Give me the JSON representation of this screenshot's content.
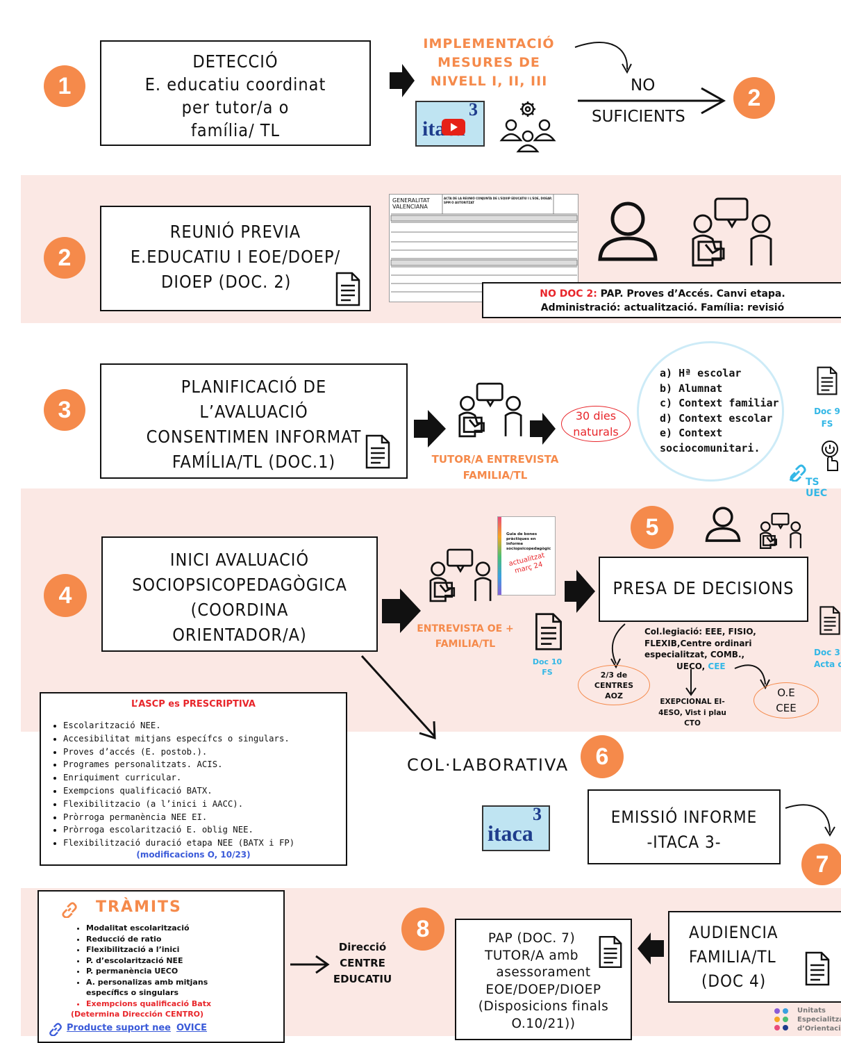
{
  "step1": {
    "num": "1",
    "title": "DETECCIÓ",
    "line2": "E. educatiu coordinat",
    "line3": "per tutor/a o",
    "line4": "família/ TL",
    "impl1": "IMPLEMENTACIÓ",
    "impl2": "MESURES DE",
    "impl3": "NIVELL I, II, III",
    "no": "NO",
    "suf": "SUFICIENTS",
    "to": "2",
    "itaca_num": "3",
    "itaca_text": "itaca"
  },
  "step2": {
    "num": "2",
    "l1": "REUNIÓ PREVIA",
    "l2": "E.EDUCATIU I EOE/DOEP/",
    "l3": "DIOEP (DOC. 2)",
    "form_org": "GENERALITAT VALENCIANA",
    "form_title": "ACTA DE LA REUNIÓ CONJUNTA DE L'EQUIP EDUCATIU I L'EOE, DOEAP, SPM O AUTORITZAT",
    "note_red": "NO DOC 2:",
    "note_rest": " PAP. Proves d’Accés. Canvi etapa.",
    "note_l2": "Administració: actualització. Família: revisió"
  },
  "step3": {
    "num": "3",
    "l1": "PLANIFICACIÓ DE",
    "l2": "L’AVALUACIÓ",
    "l3": "CONSENTIMEN INFORMAT",
    "l4": "FAMÍLIA/TL (DOC.1)",
    "tutor1": "TUTOR/A ENTREVISTA",
    "tutor2": "FAMILIA/TL",
    "days1": "30 dies",
    "days2": "naturals",
    "items": [
      "a) Hª escolar",
      "b) Alumnat",
      "c) Context familiar",
      "d) Context escolar",
      "e) Context",
      "sociocomunitari."
    ],
    "doc9a": "Doc 9",
    "doc9b": "FS",
    "tsuec": "TS UEC"
  },
  "step4": {
    "num": "4",
    "l1": "INICI AVALUACIÓ",
    "l2": "SOCIOPSICOPEDAGÒGICA",
    "l3": "(COORDINA",
    "l4": "ORIENTADOR/A)",
    "ent1": "ENTREVISTA OE +",
    "ent2": "FAMILIA/TL",
    "doc10a": "Doc 10",
    "doc10b": "FS",
    "guide": "Guia de bones pràctiques en informe sociopsicopedagògic",
    "stamp1": "actualitzat",
    "stamp2": "març 24"
  },
  "step5": {
    "num": "5",
    "title": "PRESA DE DECISIONS",
    "col1": "Col.legiació: EEE, FISIO,",
    "col2": "FLEXIB,Centre ordinari",
    "col3": "especialitzat, COMB.,",
    "col4": "UECO, ",
    "col4b": "CEE",
    "aoz1": "2/3 de",
    "aoz2": "CENTRES",
    "aoz3": "AOZ",
    "exc1": "EXEPCIONAL EI-",
    "exc2": "4ESO, Vist i plau",
    "exc3": "CTO",
    "oe1": "O.E",
    "oe2": "CEE",
    "doc3a": "Doc 3",
    "doc3b": "Acta co"
  },
  "ascp": {
    "title": "L’ASCP es PRESCRIPTIVA",
    "items": [
      "Escolarització NEE.",
      "Accesibilitat mitjans específcs o singulars.",
      "Proves d’accés (E. postob.).",
      "Programes personalitzats. ACIS.",
      "Enriquiment curricular.",
      "Exempcions qualificació BATX.",
      "Flexibilitzacio (a l’inici i AACC).",
      "Pròrroga permanència NEE EI.",
      "Pròrroga escolarització E. oblig NEE.",
      "Flexibilització duració etapa NEE (BATX i FP)"
    ],
    "foot": "(modificacions O, 10/23)"
  },
  "step6": {
    "label": "COL·LABORATIVA",
    "num": "6"
  },
  "step7": {
    "l1": "EMISSIÓ INFORME",
    "l2": "-ITACA 3-",
    "num": "7"
  },
  "tramits": {
    "title": "TRÀMITS",
    "items": [
      "Modalitat escolarització",
      "Reducció de ratio",
      "Flexibilització a l’inici",
      "P. d’escolarització NEE",
      "P. permanència UECO",
      "A. personalizas amb mitjans"
    ],
    "cont": "específics o singulars",
    "red_item": "Exempcions qualificació Batx",
    "red_sub": "(Determina Dirección CENTRO)",
    "link1": "Producte suport nee",
    "link2": "OVICE"
  },
  "direccio": {
    "l1": "Direcció",
    "l2": "CENTRE",
    "l3": "EDUCATIU"
  },
  "step8": {
    "num": "8",
    "l1": "PAP (DOC. 7)",
    "l2": "TUTOR/A amb",
    "l3": "asessorament",
    "l4": "EOE/DOEP/DIOEP",
    "l5": "(Disposicions finals",
    "l6": "O.10/21))"
  },
  "audiencia": {
    "l1": "AUDIENCIA",
    "l2": "FAMILIA/TL",
    "l3": "(DOC 4)"
  },
  "logo": {
    "l1": "Unitats",
    "l2": "Especialitza",
    "l3": "d’Orientació"
  },
  "colors": {
    "accent": "#f58a4b",
    "band": "#fbe8e4",
    "cyan": "#33b7e6",
    "red": "#e8262b"
  }
}
